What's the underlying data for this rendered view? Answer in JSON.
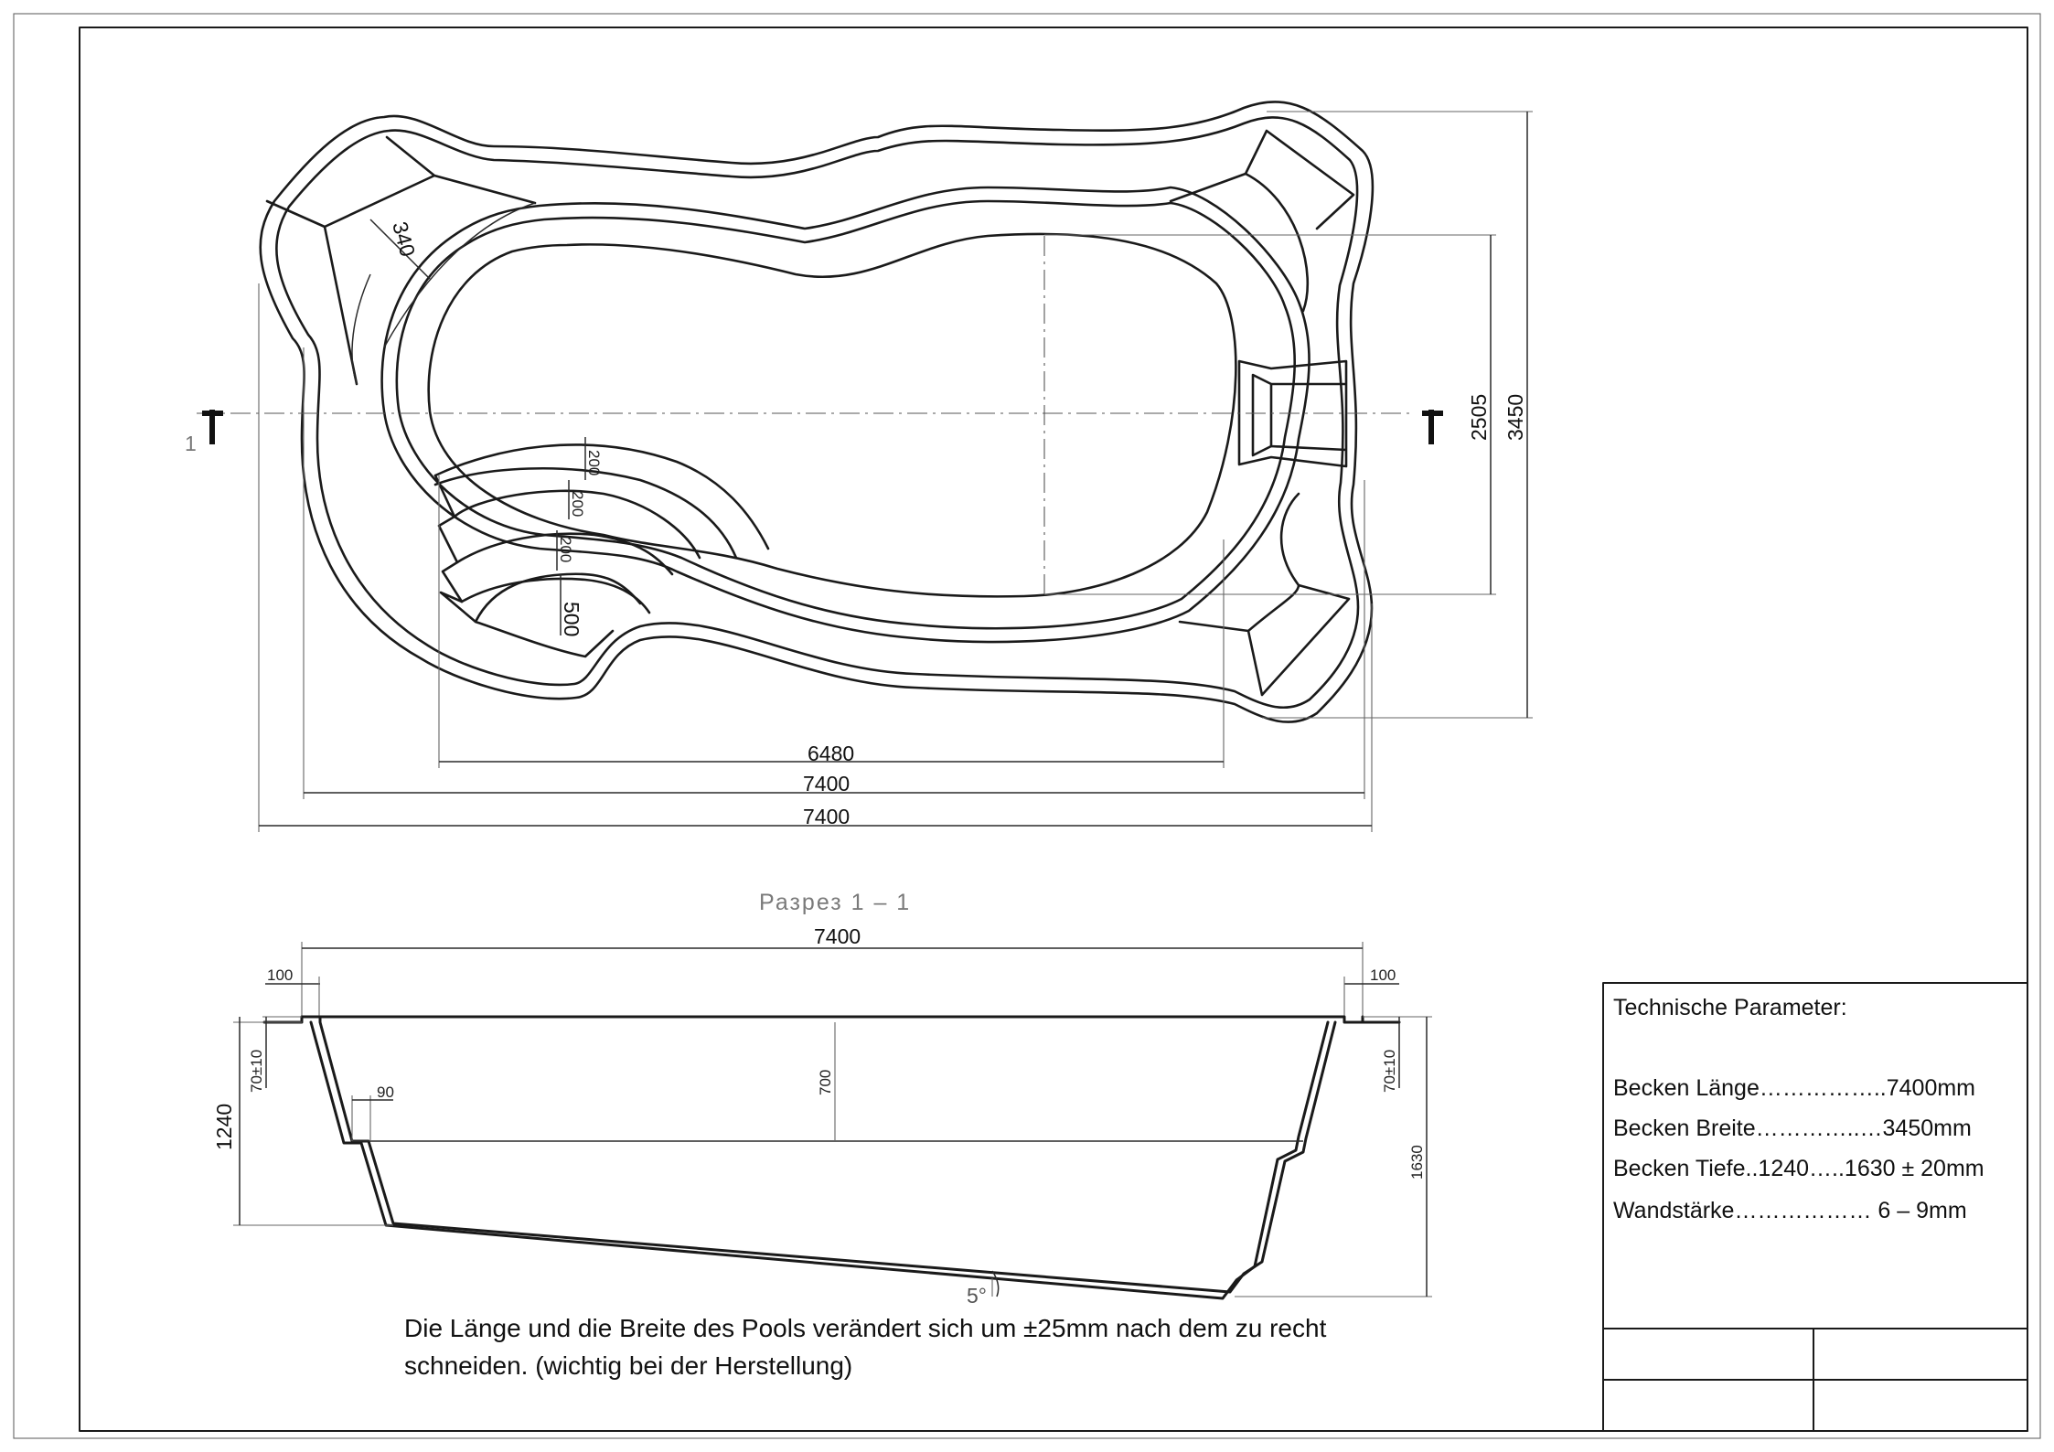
{
  "plan": {
    "dims": {
      "d340": "340",
      "d200a": "200",
      "d200b": "200",
      "d200c": "200",
      "d500": "500",
      "d6480": "6480",
      "d7400_inner": "7400",
      "d7400_outer": "7400",
      "d2505": "2505",
      "d3450": "3450"
    },
    "section_mark": "1"
  },
  "section": {
    "title": "Разрез 1 – 1",
    "dims": {
      "length": "7400",
      "rim_left": "100",
      "rim_right": "100",
      "lip_left": "70±10",
      "lip_right": "70±10",
      "step": "90",
      "step_depth": "700",
      "depth_shallow": "1240",
      "depth_deep": "1630",
      "slope": "5°"
    }
  },
  "note": "Die Länge und die Breite des Pools verändert sich um ±25mm nach dem zu recht schneiden. (wichtig bei der Herstellung)",
  "params": {
    "title": "Technische Parameter:",
    "length": "Becken Länge……………..7400mm",
    "width": "Becken Breite…………..…3450mm",
    "depth": "Becken Tiefe..1240…..1630 ± 20mm",
    "wall": "Wandstärke……………… 6 – 9mm"
  }
}
